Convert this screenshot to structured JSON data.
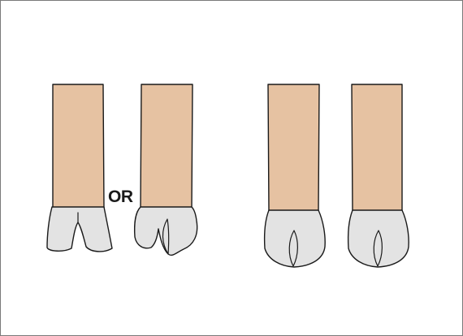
{
  "figure": {
    "or_text": "OR",
    "colors": {
      "leg_fill": "#E6C2A2",
      "hoof_fill": "#E3E3E3",
      "outline": "#1A1A1A",
      "frame_border": "#7A7A7A"
    },
    "legs": [
      {
        "icon": "leg-with-splayed-hoof-icon",
        "hoof_shape": "splayed"
      },
      {
        "icon": "leg-with-irregular-hoof-icon",
        "hoof_shape": "uneven"
      },
      {
        "icon": "leg-with-normal-hoof-icon",
        "hoof_shape": "normal"
      },
      {
        "icon": "leg-with-normal-hoof-icon",
        "hoof_shape": "normal"
      }
    ]
  }
}
